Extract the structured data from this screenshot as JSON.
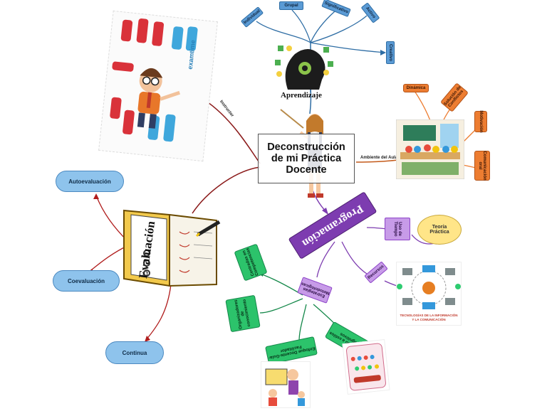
{
  "central": {
    "line1": "Deconstrucción",
    "line2": "de mi Práctica",
    "line3": "Docente"
  },
  "branches": {
    "instructor": "Instructor",
    "ambiente": "Ambiente del Aula"
  },
  "aprendizaje": {
    "title": "Aprendizaje",
    "nodes": [
      "Individual",
      "Grupal",
      "Significativo",
      "Activo",
      "Creativo"
    ]
  },
  "ambiente_nodes": [
    "Dinámica",
    "Solución de Conflictos",
    "Motivación",
    "Comunicación oral"
  ],
  "programacion": {
    "title": "Programación",
    "uso_tiempo": "Uso de Tiempo",
    "teoria_line1": "Teoría",
    "teoria_line2": "Práctica",
    "recursos": "Recursos",
    "tic_line1": "TECNOLOGÍAS DE LA INFORMACIÓN",
    "tic_line2": "Y LA COMUNICACIÓN",
    "estrategias": "Estrategias Metodológicas",
    "green_nodes": [
      "Centradas en Competencias",
      "Organizadores de conocimiento",
      "Enfoque Docente-Guía-Facilitador",
      "De acuerdo a estilos Cognitivos"
    ]
  },
  "evaluacion": {
    "title": "Evaluación",
    "nodes": [
      "Autoevaluación",
      "Coevaluación",
      "Continua"
    ]
  },
  "examtime": {
    "logo": "examtime"
  },
  "colors": {
    "blue": "#5b9bd5",
    "orange": "#ed7d31",
    "purple": "#8e44c9",
    "green": "#2cc36b",
    "red_branch": "#b01c1c",
    "cloud": "#8ec3ec"
  }
}
